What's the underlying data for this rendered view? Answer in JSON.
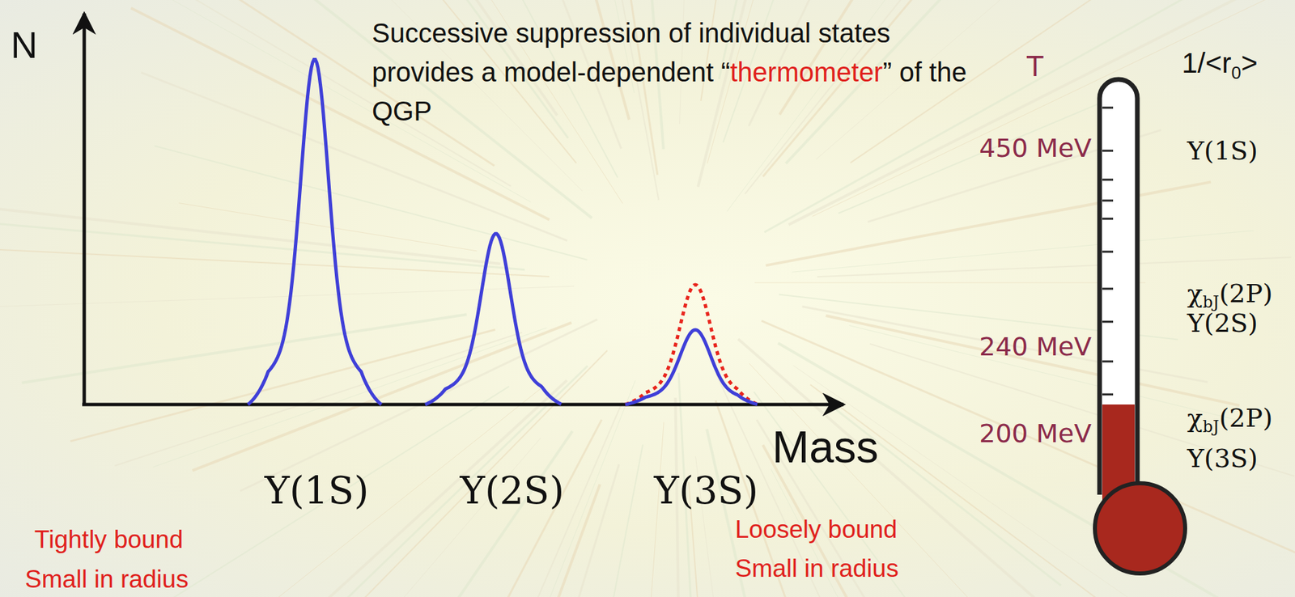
{
  "diagram": {
    "labels": [
      "N",
      "Successive suppression of individual states provides a model-dependent “",
      "thermometer",
      "” of the QGP",
      "T",
      "1/<r",
      "0",
      ">",
      "450 MeV",
      "Υ(1S)",
      "χ",
      "bJ",
      "(2P)",
      "Υ(2S)",
      "240 MeV",
      "200 MeV",
      "χ",
      "bJ",
      "(2P)",
      "Υ(3S)",
      "Mass",
      "Υ(1S)",
      "Υ(2S)",
      "Υ(3S)",
      "Tightly bound",
      "Small in radius",
      "Loosely bound",
      "Small in radius"
    ]
  }
}
